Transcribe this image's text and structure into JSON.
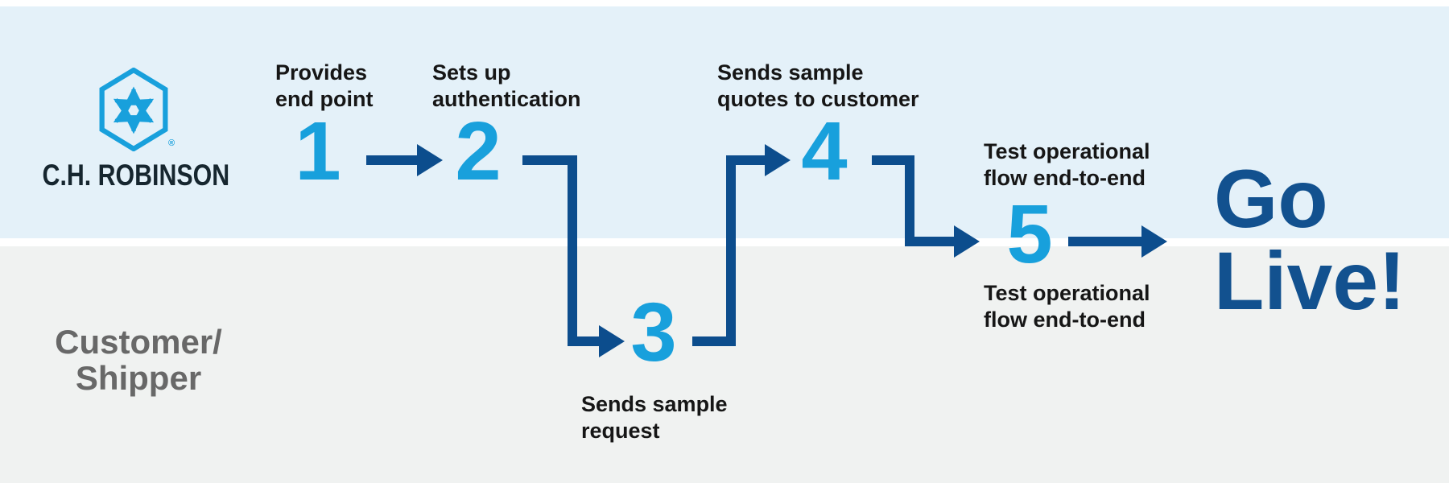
{
  "colors": {
    "accent": "#18A0DC",
    "navy": "#0C4D8D",
    "outcome_text": "#12518F",
    "band_blue": "#E4F1F9",
    "band_gray": "#F0F2F1",
    "label_text": "#161616",
    "logo_text": "#16262F",
    "customer_text": "#686868"
  },
  "logo": {
    "brand": "C.H. ROBINSON",
    "registered": "®"
  },
  "lanes": {
    "bottom_owner_line1": "Customer/",
    "bottom_owner_line2": "Shipper"
  },
  "steps": [
    {
      "number": "1",
      "label": [
        "Provides",
        "end point"
      ]
    },
    {
      "number": "2",
      "label": [
        "Sets up",
        "authentication"
      ]
    },
    {
      "number": "3",
      "label": [
        "Sends sample",
        "request"
      ]
    },
    {
      "number": "4",
      "label": [
        "Sends sample",
        "quotes to customer"
      ]
    },
    {
      "number": "5",
      "label_above": [
        "Test operational",
        "flow end-to-end"
      ],
      "label_below": [
        "Test operational",
        "flow end-to-end"
      ]
    }
  ],
  "outcome": {
    "line1": "Go",
    "line2": "Live!"
  }
}
